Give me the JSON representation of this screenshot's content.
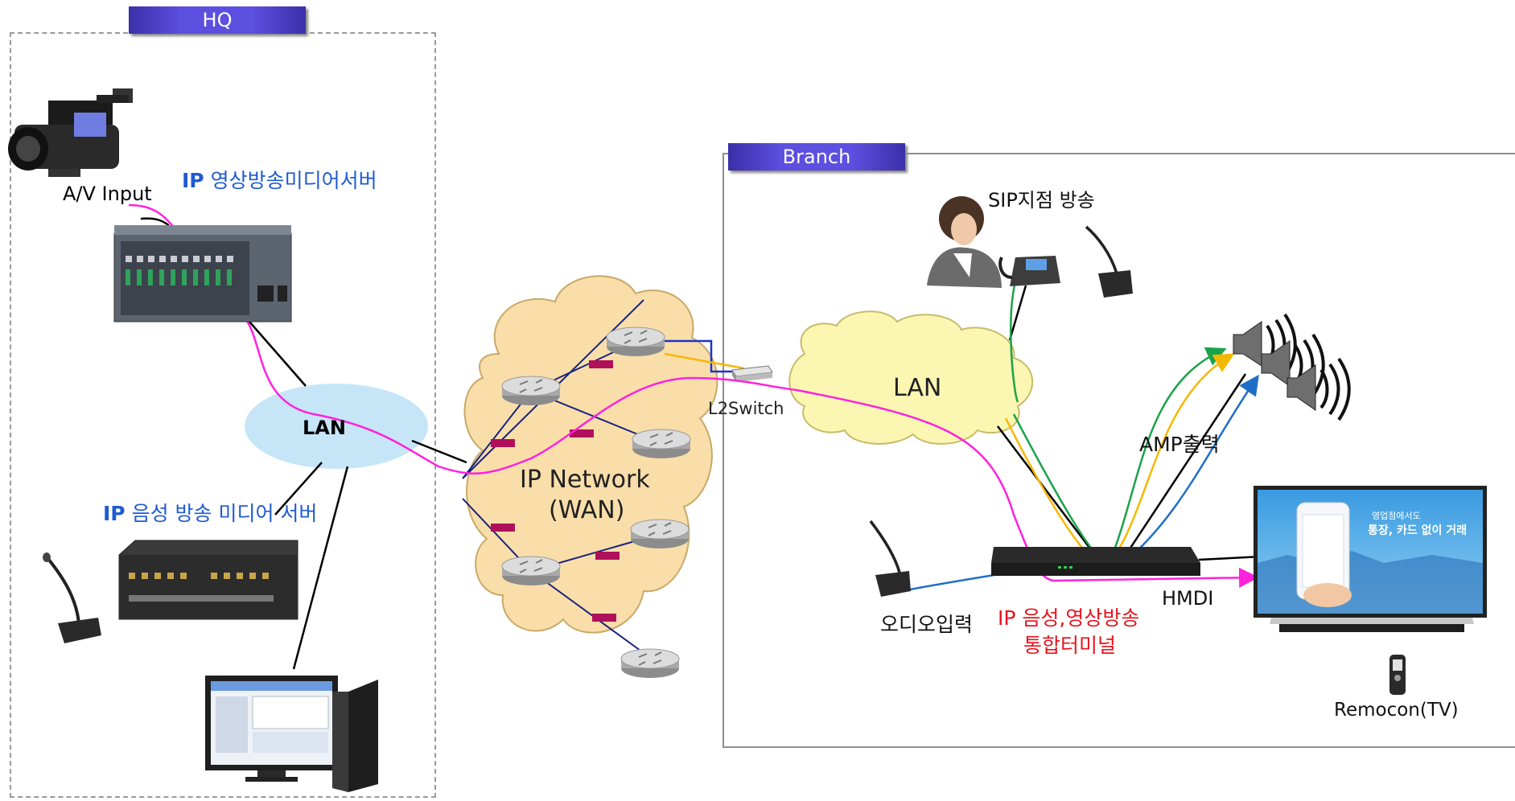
{
  "zones": {
    "hq": "HQ",
    "branch": "Branch"
  },
  "labels": {
    "av_input": "A/V Input",
    "video_server_prefix": "IP",
    "video_server": " 영상방송미디어서버",
    "hq_lan": "LAN",
    "voice_server_prefix": "IP",
    "voice_server": " 음성 방송 미디어 서버",
    "wan_line1": "IP Network",
    "wan_line2": "(WAN)",
    "l2switch": "L2Switch",
    "branch_lan": "LAN",
    "sip": "SIP지점 방송",
    "amp": "AMP출력",
    "hmdi": "HMDI",
    "audio_in": "오디오입력",
    "terminal_line1": "IP 음성,영상방송",
    "terminal_line2": "통합터미널",
    "remocon": "Remocon(TV)",
    "tv_text1": "영업점에서도",
    "tv_text2": "통장, 카드 없이 거래"
  },
  "colors": {
    "tag_blue": "#4b3fd0",
    "label_blue": "#1f5bd1",
    "label_red": "#e8141e",
    "magenta": "#ff22dd",
    "wan_cloud": "#f9deaa",
    "lan_cloud": "#fcf6b3",
    "hq_lan": "#c6e6f7",
    "router_link": "#1a237e",
    "rate_marker": "#b0105a",
    "yellow": "#f5b800",
    "green": "#1aa34a",
    "blue": "#1e6ec8"
  },
  "icons": [
    "camcorder-icon",
    "media-server-icon",
    "voice-server-icon",
    "microphone-icon",
    "pc-icon",
    "router-icon",
    "switch-icon",
    "ip-phone-icon",
    "speaker-icon",
    "terminal-icon",
    "tv-icon",
    "remote-icon"
  ]
}
